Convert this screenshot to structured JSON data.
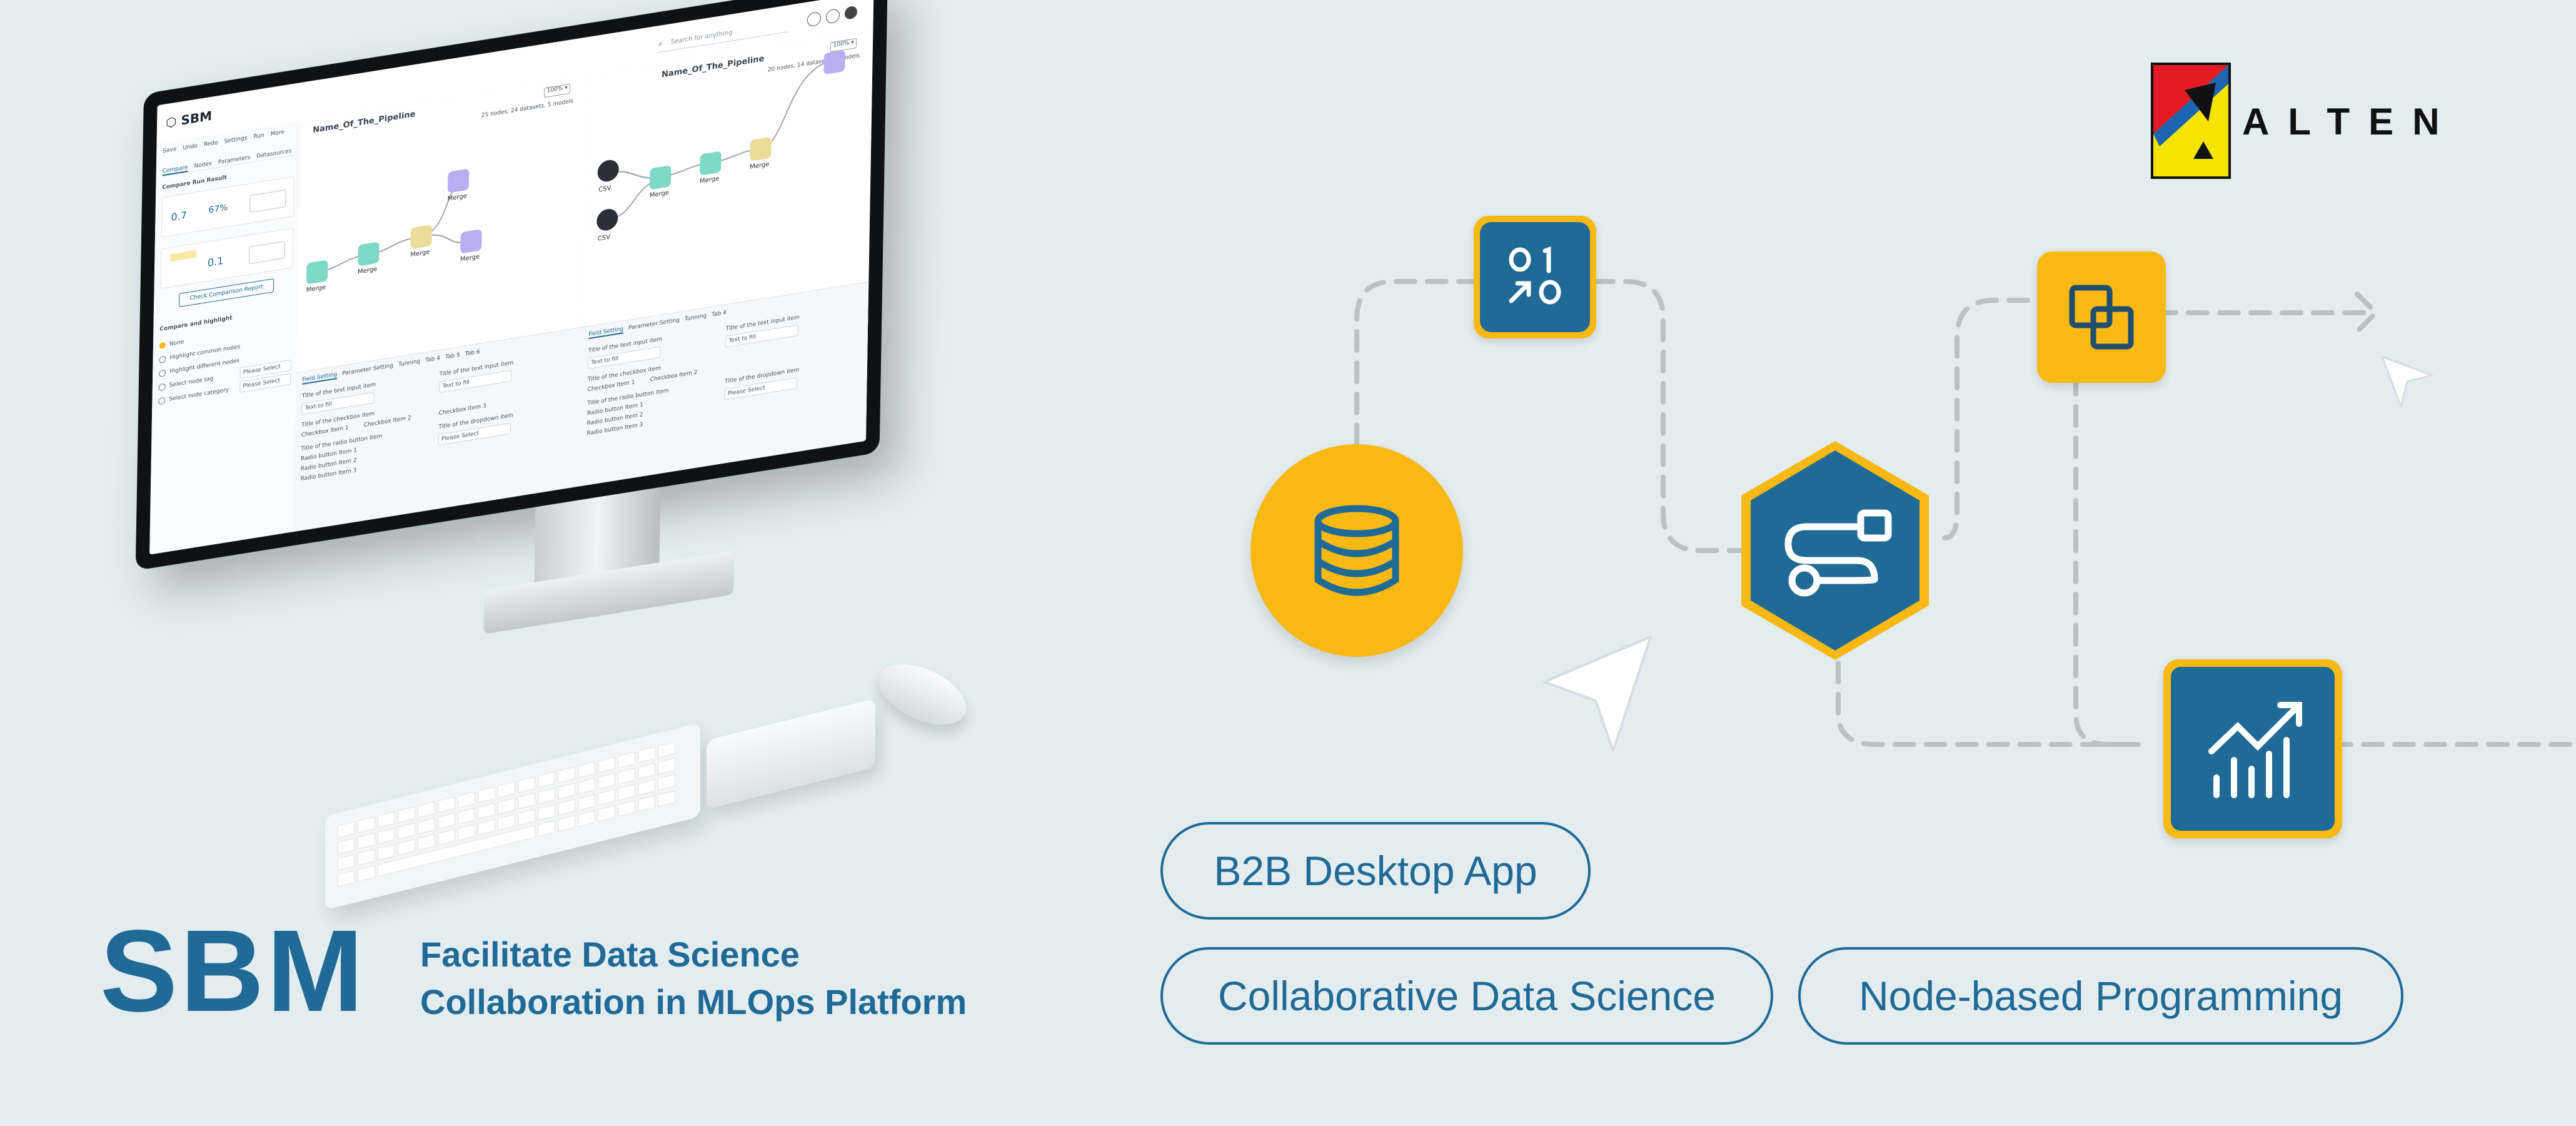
{
  "brand": {
    "name": "SBM",
    "tagline_line1": "Facilitate Data Science",
    "tagline_line2": "Collaboration in MLOps Platform"
  },
  "logo": {
    "text": "ALTEN",
    "icon": "alten-logo-icon"
  },
  "tags": [
    "B2B Desktop App",
    "Collaborative Data Science",
    "Node-based Programming"
  ],
  "colors": {
    "background": "#e3ecef",
    "primary": "#1f6a96",
    "accent": "#f8b914",
    "dash": "#b8c2c7"
  },
  "flow_icons": [
    "binary-code-icon",
    "database-icon",
    "pipeline-node-icon",
    "copy-layers-icon",
    "bar-chart-trend-icon",
    "cursor-arrow-icon"
  ],
  "app_screen": {
    "logo": "SBM",
    "search_placeholder": "Search for anything",
    "zoom_a": "100% ▾",
    "zoom_b": "100% ▾",
    "toolbar": [
      "Save",
      "Undo",
      "Redo",
      "Settings",
      "Run",
      "More"
    ],
    "sidebar_tabs": [
      "Compare",
      "Nodes",
      "Parameters",
      "Datasources"
    ],
    "compare_title": "Compare Run Result",
    "accuracy_a": "0.7",
    "accuracy_a_pct": "67%",
    "accuracy_b": "0.1",
    "check_button": "Check Comparison Report",
    "highlight_title": "Compare and highlight",
    "highlight_options": [
      "None",
      "Highlight common nodes",
      "Highlight different nodes",
      "Select node tag",
      "Select node category"
    ],
    "pipeline_title": "Name_Of_The_Pipeline",
    "pipeline_meta_a": "25 nodes, 24 datasets, 5 models",
    "pipeline_meta_b": "20 nodes, 14 datasets, 3 models",
    "node_label": "Merge",
    "csv_label": "CSV",
    "panel_tabs": [
      "Field Setting",
      "Parameter Setting",
      "Tunning",
      "Tab 4",
      "Tab 5",
      "Tab 6"
    ],
    "panel_fields": [
      "Title of the text input item",
      "Title of the checkbox item",
      "Title of the radio button item",
      "Title of the dropdown item"
    ],
    "panel_items": [
      "Checkbox Item 1",
      "Checkbox Item 2",
      "Checkbox Item 3",
      "Radio button Item 1",
      "Radio button Item 2",
      "Radio button Item 3"
    ],
    "dropdown_placeholder": "Please Select",
    "text_placeholder": "Text to fill"
  }
}
